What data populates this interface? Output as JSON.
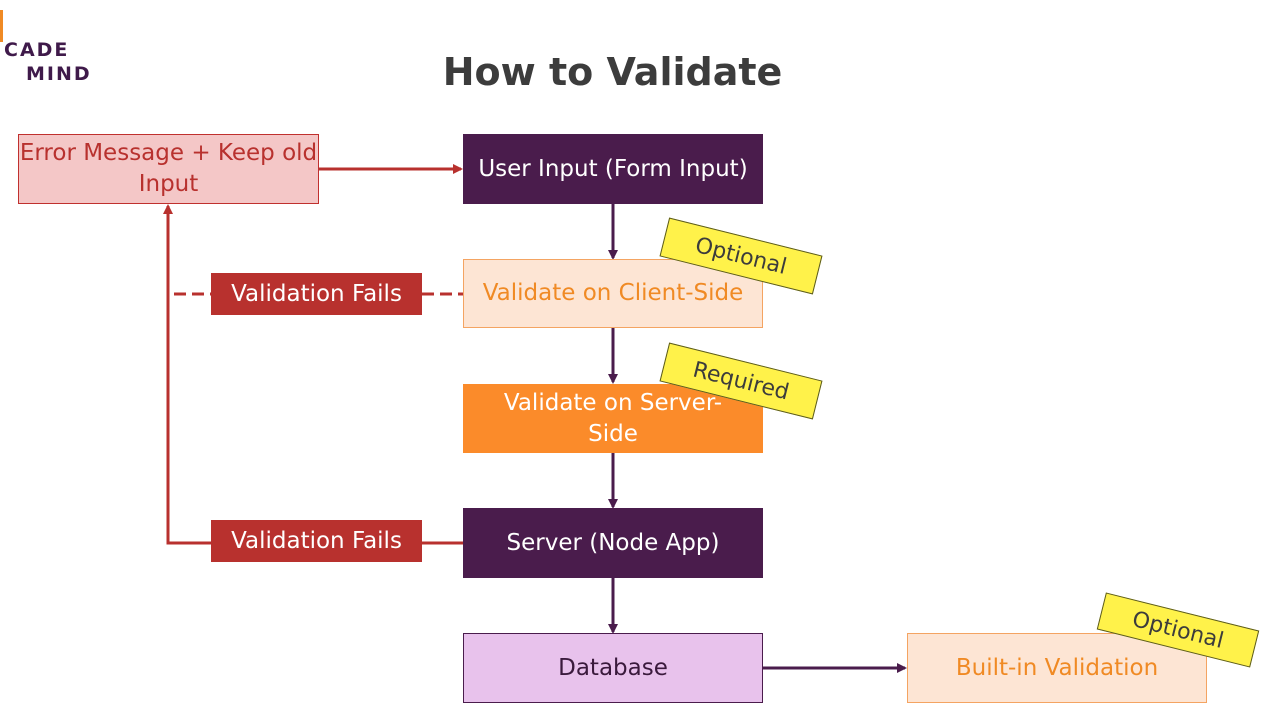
{
  "logo": {
    "line1": "CADE",
    "line2": "MIND"
  },
  "title": "How to Validate",
  "nodes": {
    "error": "Error Message + Keep old Input",
    "user_input": "User Input (Form Input)",
    "client_side": "Validate on Client-Side",
    "server_side": "Validate on Server-Side",
    "server": "Server (Node App)",
    "database": "Database",
    "builtin": "Built-in Validation",
    "fails_client": "Validation Fails",
    "fails_server": "Validation Fails"
  },
  "tags": {
    "client": "Optional",
    "server": "Required",
    "database": "Optional"
  },
  "colors": {
    "purple": "#4a1c4c",
    "red": "#b8312e",
    "orange": "#fb8b2a",
    "tag_yellow": "#fff24a"
  }
}
